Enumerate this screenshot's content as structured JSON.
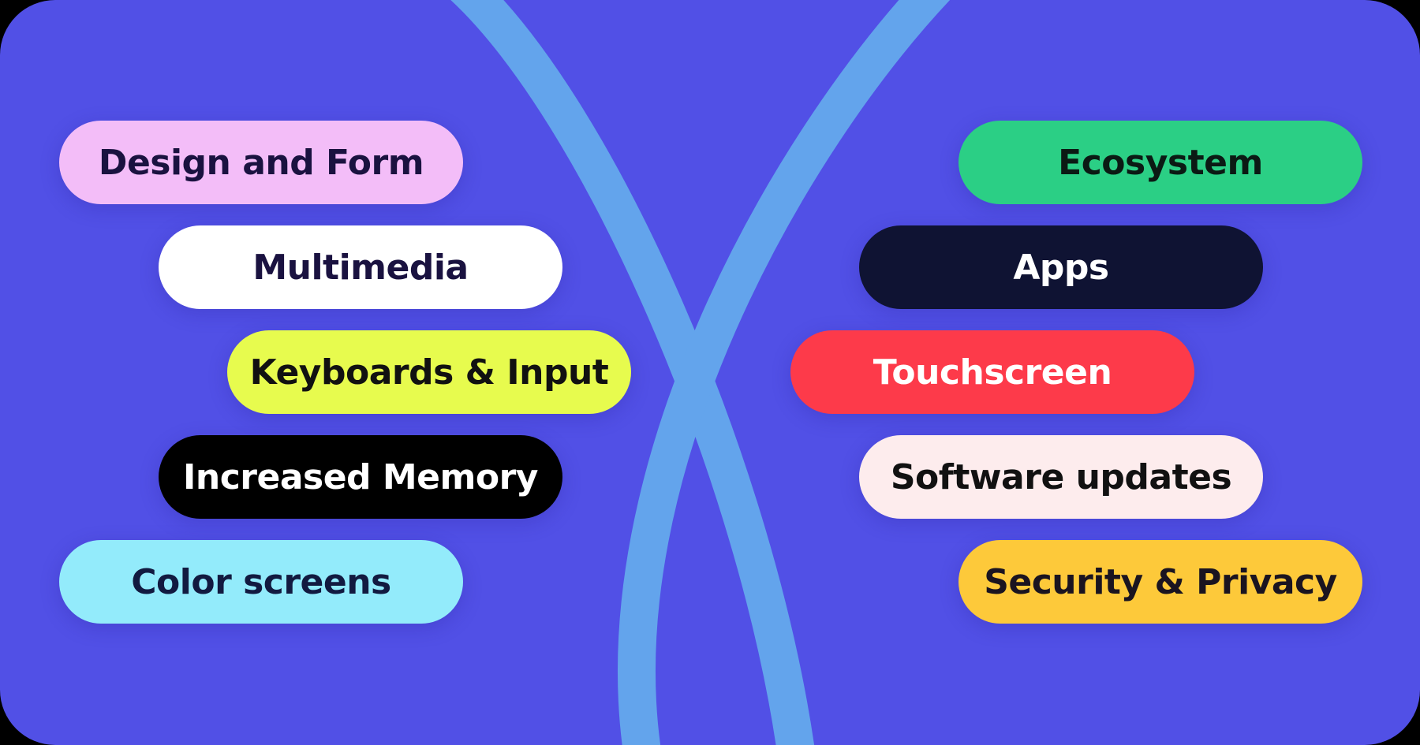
{
  "colors": {
    "background": "#5150e6",
    "curve": "#63a4ec"
  },
  "left_pills": [
    {
      "label": "Design and Form",
      "bg": "#f3bdf8",
      "fg": "#1a1240"
    },
    {
      "label": "Multimedia",
      "bg": "#ffffff",
      "fg": "#1a1240"
    },
    {
      "label": "Keyboards & Input",
      "bg": "#e7fb4e",
      "fg": "#111111"
    },
    {
      "label": "Increased Memory",
      "bg": "#000000",
      "fg": "#ffffff"
    },
    {
      "label": "Color screens",
      "bg": "#93ebfb",
      "fg": "#121a40"
    }
  ],
  "right_pills": [
    {
      "label": "Ecosystem",
      "bg": "#2bcf85",
      "fg": "#0b1a14"
    },
    {
      "label": "Apps",
      "bg": "#0f1333",
      "fg": "#ffffff"
    },
    {
      "label": "Touchscreen",
      "bg": "#fd3a4a",
      "fg": "#ffffff"
    },
    {
      "label": "Software updates",
      "bg": "#fdeced",
      "fg": "#111111"
    },
    {
      "label": "Security & Privacy",
      "bg": "#fdc93a",
      "fg": "#1a1420"
    }
  ]
}
